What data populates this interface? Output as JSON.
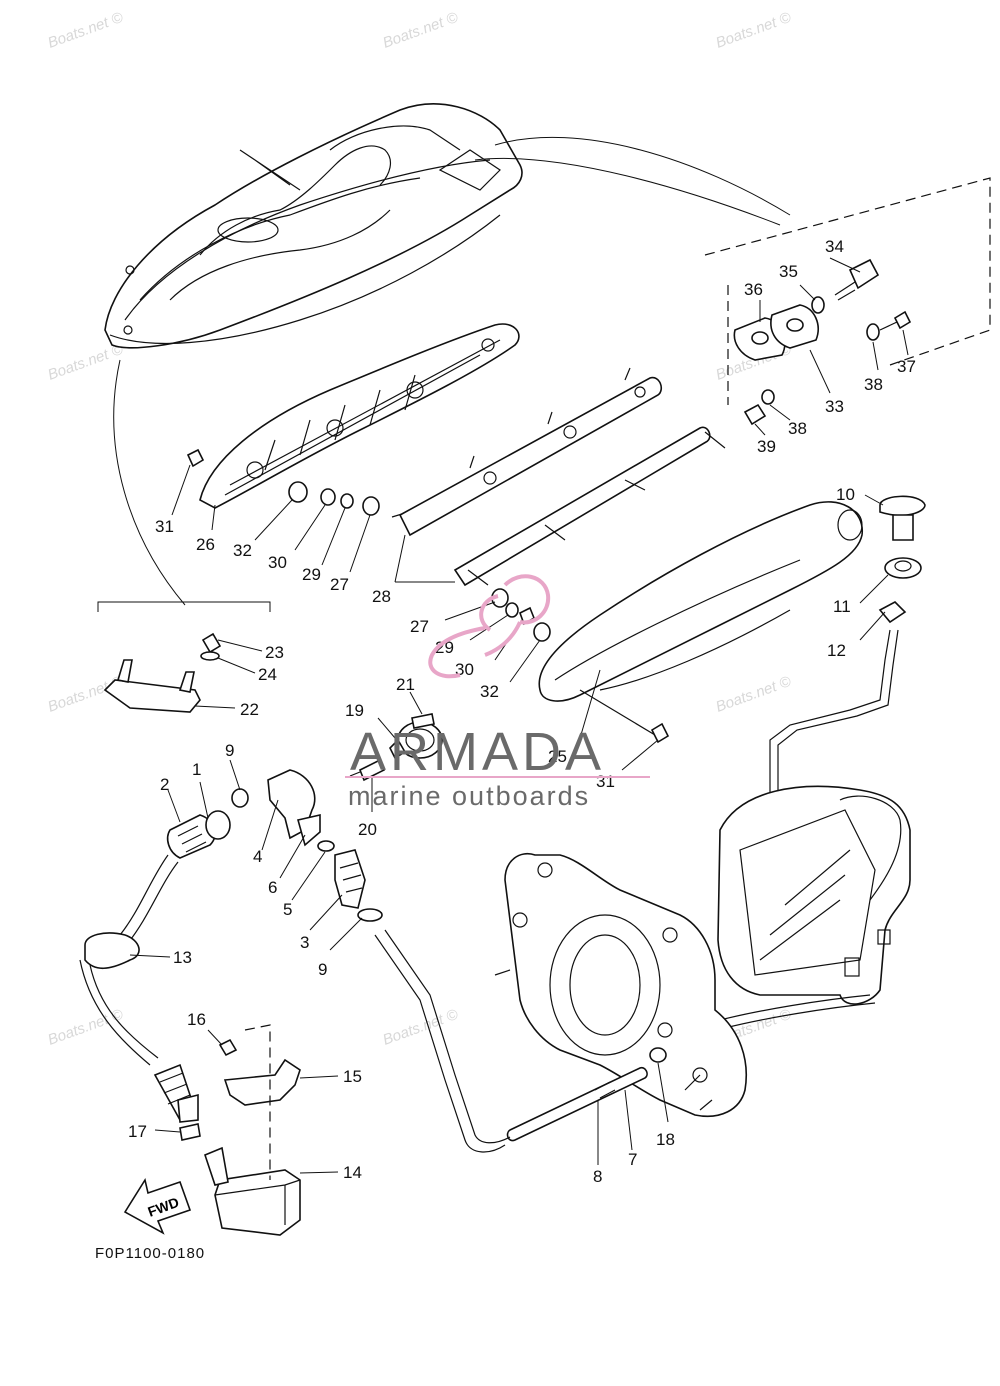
{
  "watermark_text": "Boats.net ©",
  "brand": {
    "name": "ARMADA",
    "tagline": "marine outboards",
    "accent_color": "#e8a6c8",
    "text_color": "#6a6a6a"
  },
  "drawing_code": "F0P1100-0180",
  "fwd_label": "FWD",
  "callouts": {
    "c1": "1",
    "c2": "2",
    "c3": "3",
    "c4": "4",
    "c5": "5",
    "c6": "6",
    "c7": "7",
    "c8": "8",
    "c9a": "9",
    "c9b": "9",
    "c10": "10",
    "c11": "11",
    "c12": "12",
    "c13": "13",
    "c14": "14",
    "c15": "15",
    "c16": "16",
    "c17": "17",
    "c18": "18",
    "c19": "19",
    "c20": "20",
    "c21": "21",
    "c22": "22",
    "c23": "23",
    "c24": "24",
    "c25": "25",
    "c26": "26",
    "c27a": "27",
    "c27b": "27",
    "c28": "28",
    "c29a": "29",
    "c29b": "29",
    "c30a": "30",
    "c30b": "30",
    "c31a": "31",
    "c31b": "31",
    "c32a": "32",
    "c32b": "32",
    "c33": "33",
    "c34": "34",
    "c35": "35",
    "c36": "36",
    "c37": "37",
    "c38a": "38",
    "c38b": "38",
    "c39": "39"
  }
}
